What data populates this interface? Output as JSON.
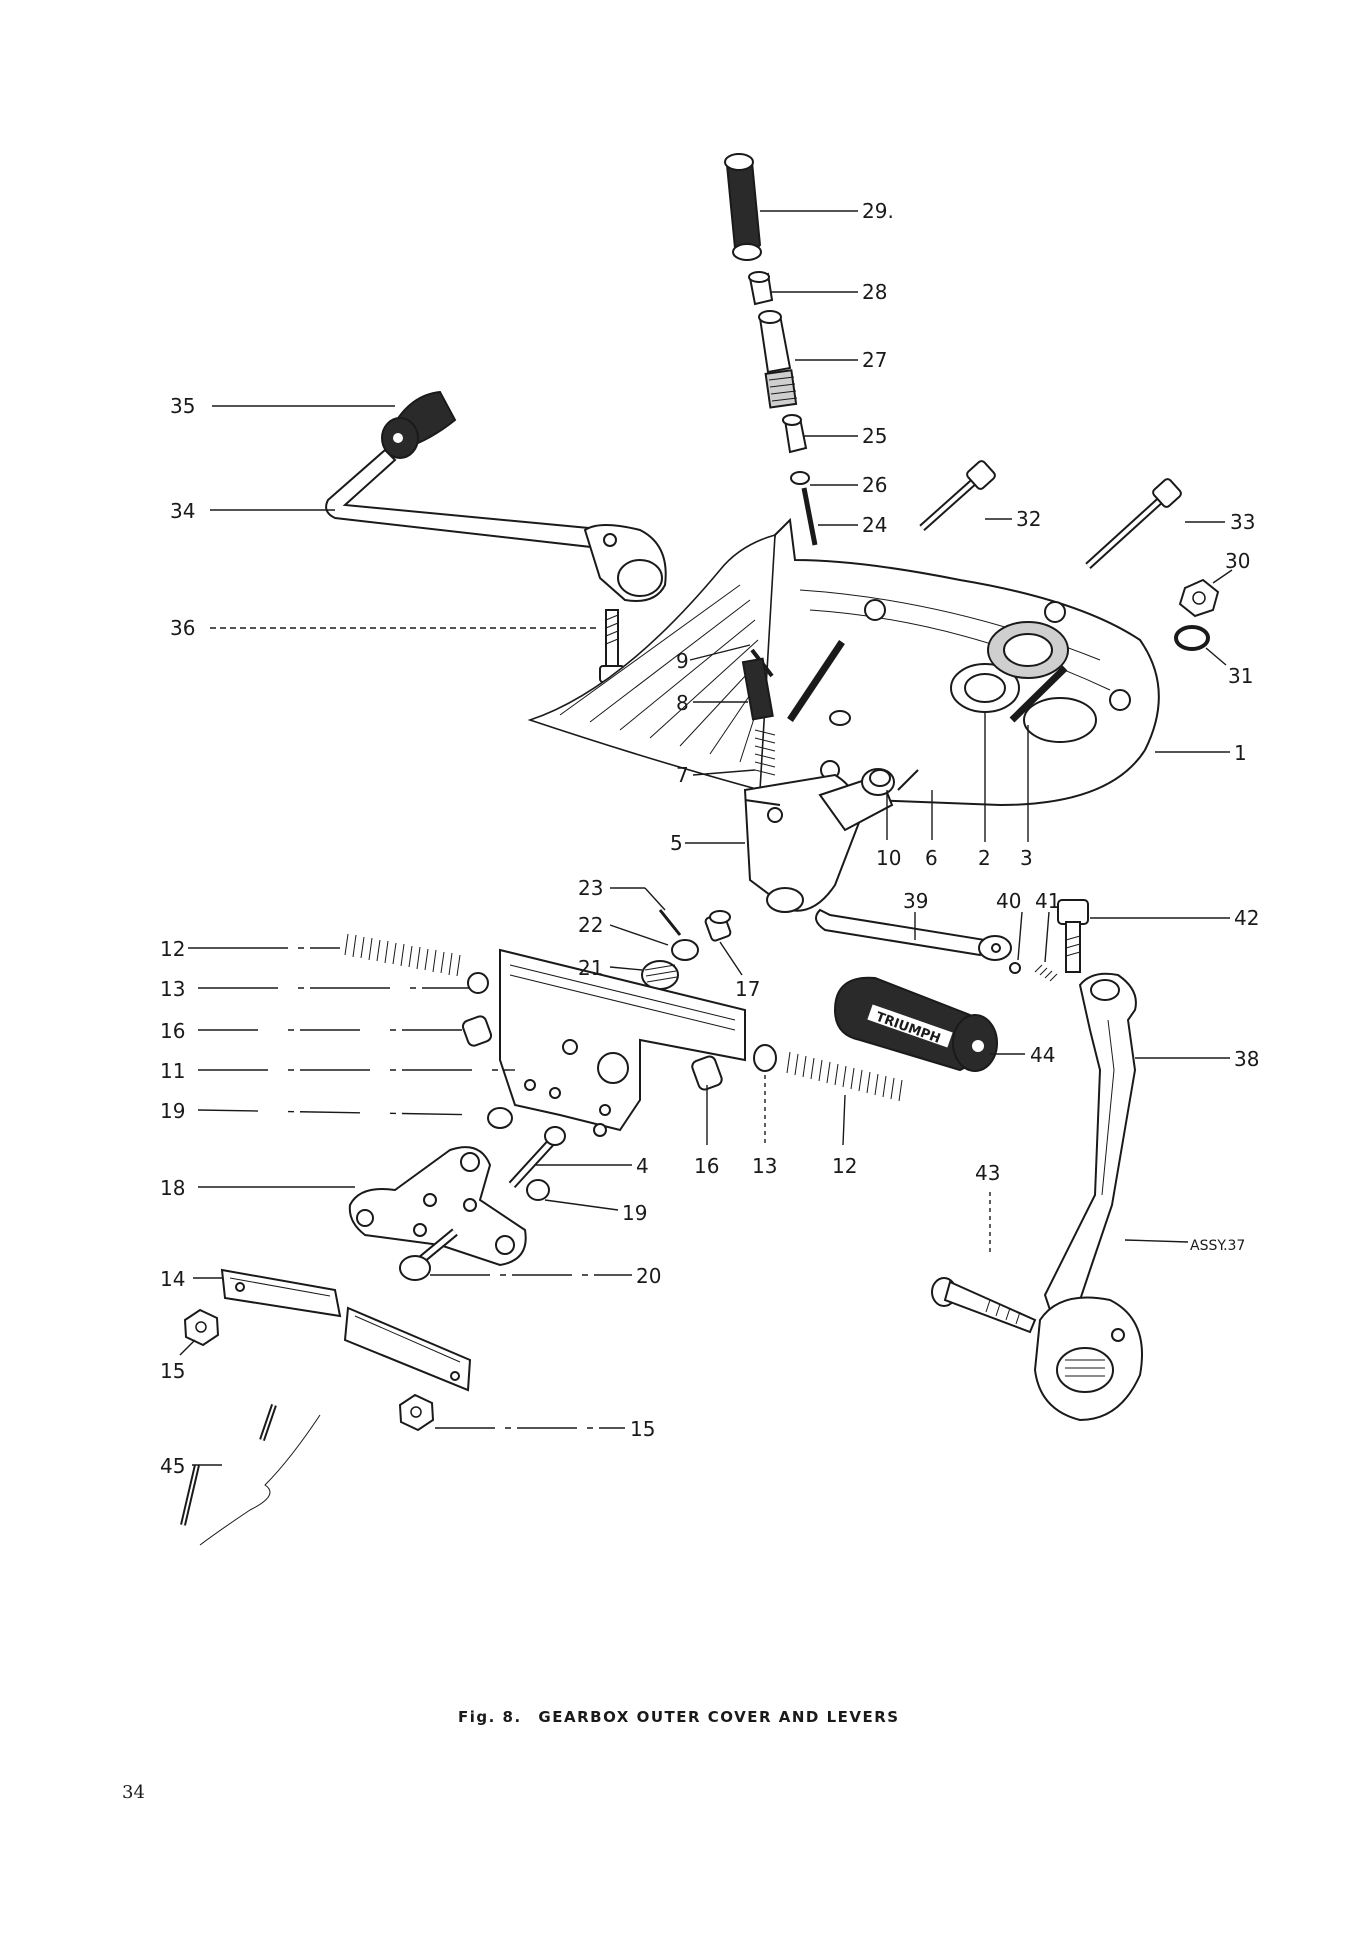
{
  "figure": {
    "caption_prefix": "Fig. 8.",
    "caption_title": "GEARBOX OUTER COVER AND LEVERS"
  },
  "page": {
    "number": "34"
  },
  "callouts": {
    "c1": "1",
    "c2": "2",
    "c3": "3",
    "c4": "4",
    "c5": "5",
    "c6": "6",
    "c7": "7",
    "c8": "8",
    "c9": "9",
    "c10": "10",
    "c11": "11",
    "c12": "12",
    "c13": "13",
    "c14": "14",
    "c15": "15",
    "c16": "16",
    "c17": "17",
    "c18": "18",
    "c19": "19",
    "c20": "20",
    "c21": "21",
    "c22": "22",
    "c23": "23",
    "c24": "24",
    "c25": "25",
    "c26": "26",
    "c27": "27",
    "c28": "28",
    "c29": "29.",
    "c30": "30",
    "c31": "31",
    "c32": "32",
    "c33": "33",
    "c34": "34",
    "c35": "35",
    "c36": "36",
    "c37": "ASSY.37",
    "c38": "38",
    "c39": "39",
    "c40": "40",
    "c41": "41",
    "c42": "42",
    "c43": "43",
    "c44": "44",
    "c45": "45"
  },
  "logo_text": "TRIUMPH"
}
